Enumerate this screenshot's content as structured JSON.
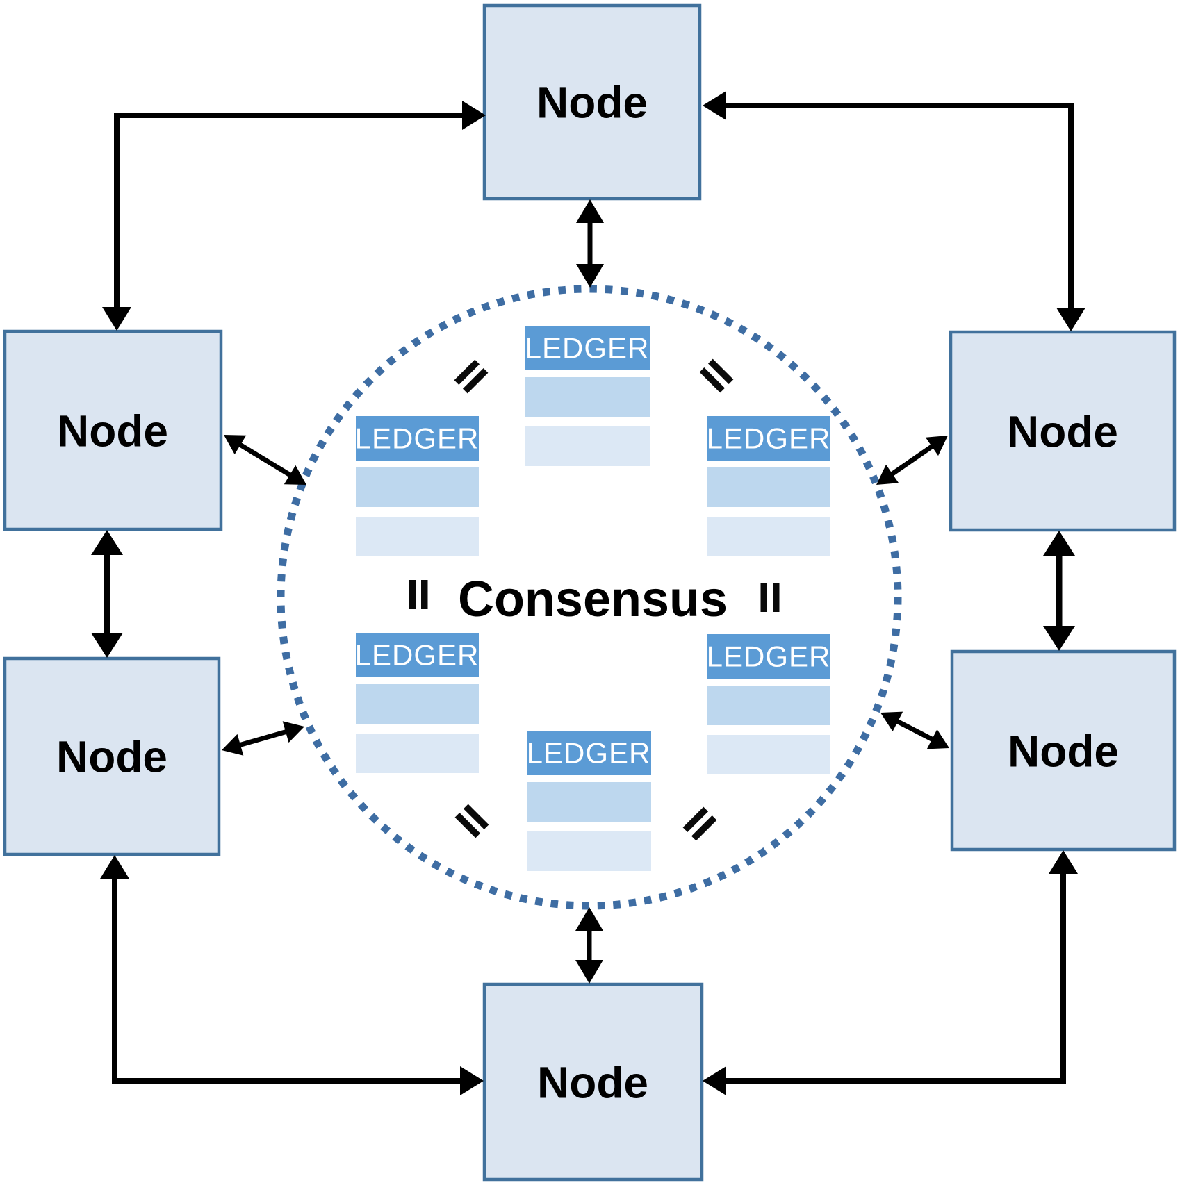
{
  "diagram": {
    "center_label": "Consensus",
    "nodes": [
      {
        "id": "top",
        "label": "Node"
      },
      {
        "id": "left-upper",
        "label": "Node"
      },
      {
        "id": "left-lower",
        "label": "Node"
      },
      {
        "id": "right-upper",
        "label": "Node"
      },
      {
        "id": "right-lower",
        "label": "Node"
      },
      {
        "id": "bottom",
        "label": "Node"
      }
    ],
    "ledgers": [
      {
        "id": "top",
        "label": "LEDGER",
        "rows": 2
      },
      {
        "id": "left",
        "label": "LEDGER",
        "rows": 2
      },
      {
        "id": "right",
        "label": "LEDGER",
        "rows": 2
      },
      {
        "id": "bottom-left",
        "label": "LEDGER",
        "rows": 2
      },
      {
        "id": "bottom-right",
        "label": "LEDGER",
        "rows": 2
      },
      {
        "id": "bottom",
        "label": "LEDGER",
        "rows": 2
      }
    ],
    "equals_marks_count": 6,
    "colors": {
      "node_fill": "#dbe5f1",
      "node_border": "#41719c",
      "ledger_header": "#5b9bd5",
      "ledger_row_1": "#bdd7ee",
      "ledger_row_2": "#dce8f5",
      "circle_dots": "#3e6da3",
      "arrow": "#000000",
      "node_text": "#000000",
      "ledger_text": "#ffffff"
    }
  }
}
